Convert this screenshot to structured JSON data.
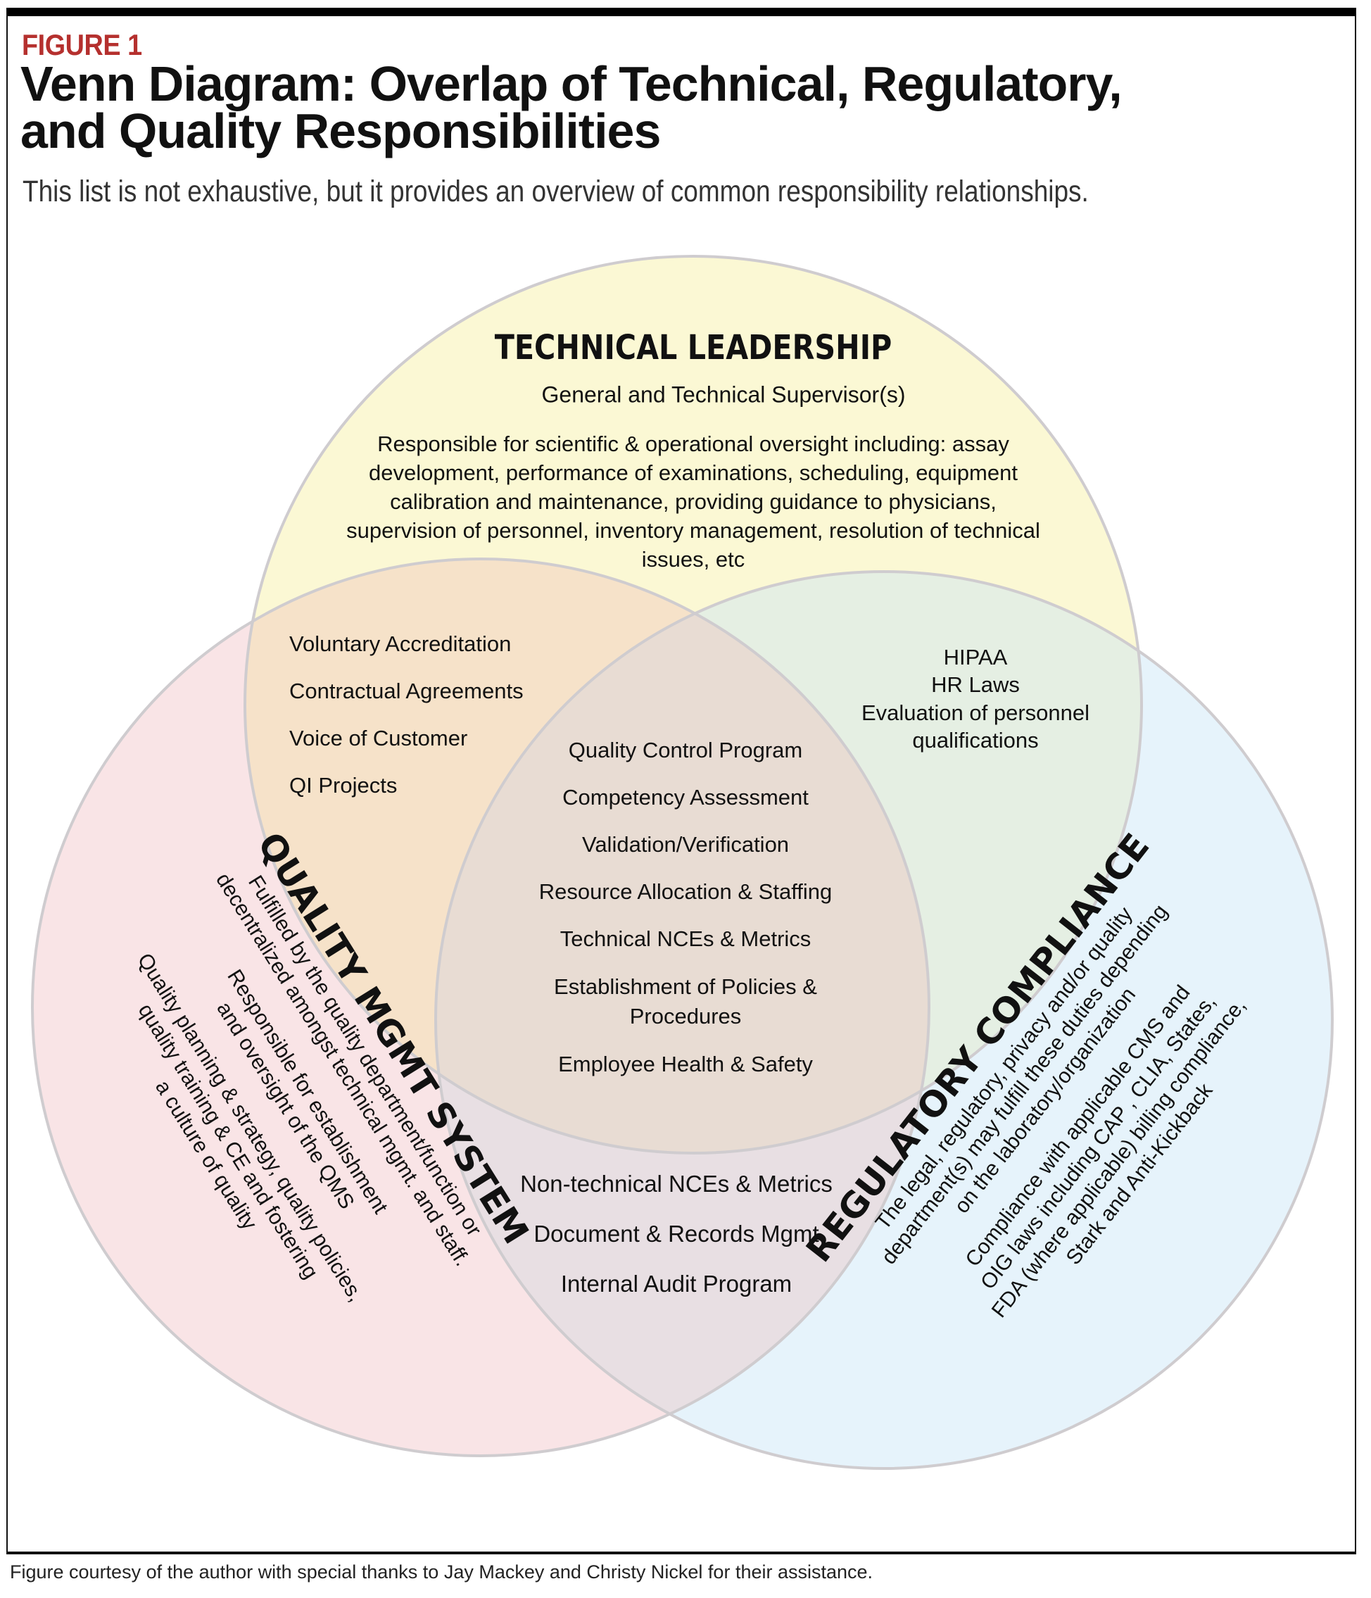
{
  "header": {
    "figure_label": "FIGURE 1",
    "title_line1": "Venn Diagram: Overlap of Technical, Regulatory,",
    "title_line2": "and Quality Responsibilities",
    "subtitle": "This list is not exhaustive, but it provides an overview of common responsibility relationships."
  },
  "colors": {
    "figure_label": "#b5302e",
    "technical_fill": "#fbf8d4",
    "quality_fill": "#f9e4e6",
    "regulatory_fill": "#e6f3fb",
    "tech_quality_overlap": "#f6e2c9",
    "tech_reg_overlap": "#e5efe3",
    "quality_reg_overlap": "#e8dfe3",
    "center_overlap": "#e8dcd3",
    "circle_stroke": "#cfcccf"
  },
  "circles": {
    "technical": {
      "heading": "TECHNICAL LEADERSHIP",
      "role": "General and Technical Supervisor(s)",
      "description_lines": [
        "Responsible for scientific & operational oversight including: assay",
        "development, performance of examinations, scheduling, equipment",
        "calibration and maintenance, providing guidance to physicians,",
        "supervision of personnel, inventory management, resolution of technical",
        "issues, etc"
      ]
    },
    "quality": {
      "heading": "QUALITY MGMT SYSTEM",
      "para1_lines": [
        "Fulfilled by the quality department/function or",
        "decentralized amongst technical mgmt. and staff."
      ],
      "para2_lines": [
        "Responsible for establishment",
        "and oversight of the QMS"
      ],
      "para3_lines": [
        "Quality planning & strategy, quality policies,",
        "quality training & CE and fostering",
        "a culture of quality"
      ]
    },
    "regulatory": {
      "heading": "REGULATORY COMPLIANCE",
      "para1_lines": [
        "The legal, regulatory, privacy and/or quality",
        "department(s) may fulfill these duties depending",
        "on the laboratory/organization"
      ],
      "para2_lines": [
        "Compliance with applicable CMS and",
        "OIG laws including CAP , CLIA, States,",
        "FDA (where applicable) billing compliance,",
        "Stark and Anti-Kickback"
      ]
    }
  },
  "overlaps": {
    "technical_quality": [
      "Voluntary Accreditation",
      "Contractual Agreements",
      "Voice of Customer",
      "QI Projects"
    ],
    "technical_regulatory": [
      "HIPAA",
      "HR Laws",
      "Evaluation of personnel",
      "qualifications"
    ],
    "all_three": [
      "Quality Control Program",
      "Competency Assessment",
      "Validation/Verification",
      "Resource Allocation & Staffing",
      "Technical NCEs & Metrics",
      "Establishment of Policies &",
      "Procedures",
      "Employee Health & Safety"
    ],
    "quality_regulatory": [
      "Non-technical NCEs & Metrics",
      "Document & Records Mgmt",
      "Internal Audit Program"
    ]
  },
  "footer": {
    "credit": "Figure courtesy of the author with special thanks to Jay Mackey and Christy Nickel for their assistance."
  }
}
